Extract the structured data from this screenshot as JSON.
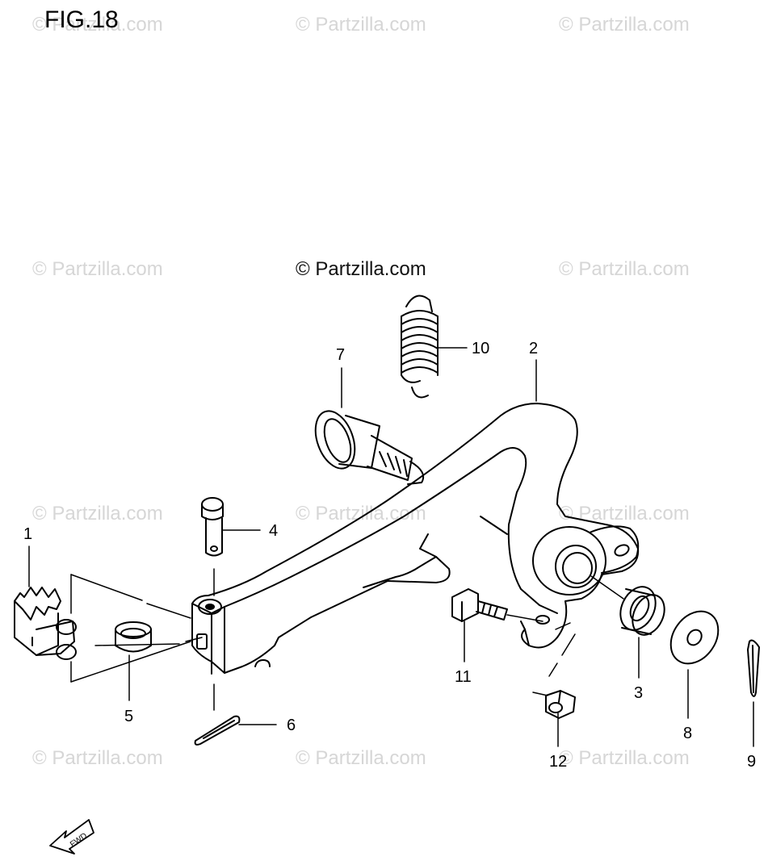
{
  "figure": {
    "title": "FIG.18"
  },
  "watermark": {
    "text": "© Partzilla.com",
    "center_text": "© Partzilla.com"
  },
  "callouts": {
    "part_1": "1",
    "part_2": "2",
    "part_3": "3",
    "part_4": "4",
    "part_5": "5",
    "part_6": "6",
    "part_7": "7",
    "part_8": "8",
    "part_9": "9",
    "part_10": "10",
    "part_11": "11",
    "part_12": "12"
  },
  "fwd_arrow": {
    "label": "FWD"
  }
}
